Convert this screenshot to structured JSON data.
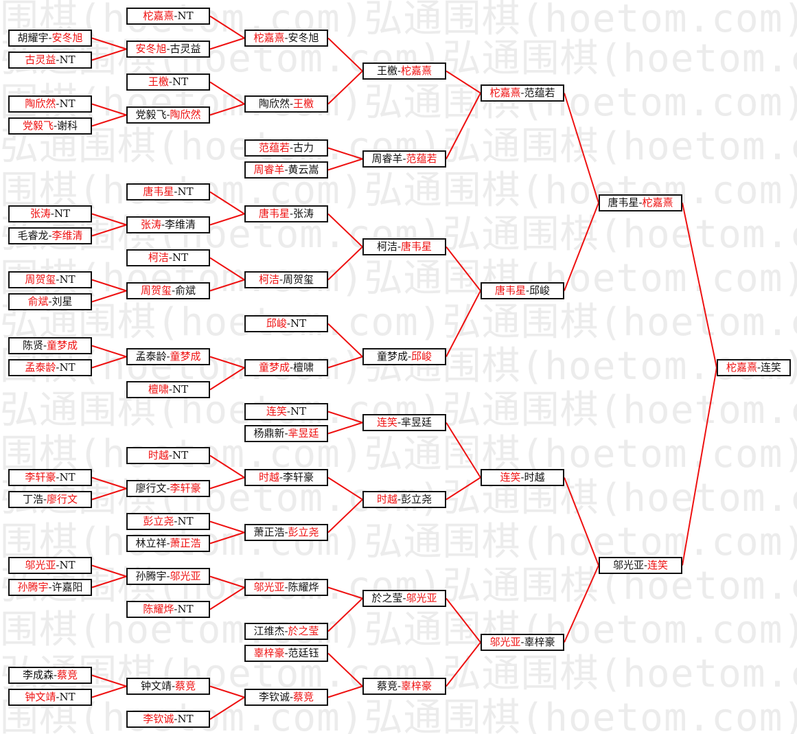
{
  "colors": {
    "winner": "#ee1111",
    "loser": "#111111",
    "line": "#ee1111",
    "border": "#111111",
    "watermark": "#ececec"
  },
  "watermark_text": "弘通围棋(hoetom.com)",
  "round1": [
    {
      "id": "r1_1",
      "p1": "胡耀宇",
      "p2": "安冬旭",
      "winner": 2
    },
    {
      "id": "r1_2",
      "p1": "古灵益",
      "p2": "NT",
      "winner": 1
    },
    {
      "id": "r1_3",
      "p1": "陶欣然",
      "p2": "NT",
      "winner": 1
    },
    {
      "id": "r1_4",
      "p1": "党毅飞",
      "p2": "谢科",
      "winner": 1
    },
    {
      "id": "r1_5",
      "p1": "张涛",
      "p2": "NT",
      "winner": 1
    },
    {
      "id": "r1_6",
      "p1": "毛睿龙",
      "p2": "李维清",
      "winner": 2
    },
    {
      "id": "r1_7",
      "p1": "周贺玺",
      "p2": "NT",
      "winner": 1
    },
    {
      "id": "r1_8",
      "p1": "俞斌",
      "p2": "刘星",
      "winner": 1
    },
    {
      "id": "r1_9",
      "p1": "陈贤",
      "p2": "童梦成",
      "winner": 2
    },
    {
      "id": "r1_10",
      "p1": "孟泰龄",
      "p2": "NT",
      "winner": 1
    },
    {
      "id": "r1_11",
      "p1": "李轩豪",
      "p2": "NT",
      "winner": 1
    },
    {
      "id": "r1_12",
      "p1": "丁浩",
      "p2": "廖行文",
      "winner": 2
    },
    {
      "id": "r1_13",
      "p1": "邬光亚",
      "p2": "NT",
      "winner": 1
    },
    {
      "id": "r1_14",
      "p1": "孙腾宇",
      "p2": "许嘉阳",
      "winner": 1
    },
    {
      "id": "r1_15",
      "p1": "李成森",
      "p2": "蔡竞",
      "winner": 2
    },
    {
      "id": "r1_16",
      "p1": "钟文靖",
      "p2": "NT",
      "winner": 1
    }
  ],
  "round2": [
    {
      "id": "r2_1",
      "p1": "柁嘉熹",
      "p2": "NT",
      "winner": 1
    },
    {
      "id": "r2_2",
      "p1": "安冬旭",
      "p2": "古灵益",
      "winner": 1
    },
    {
      "id": "r2_3",
      "p1": "王檄",
      "p2": "NT",
      "winner": 1
    },
    {
      "id": "r2_4",
      "p1": "党毅飞",
      "p2": "陶欣然",
      "winner": 2
    },
    {
      "id": "r2_5",
      "p1": "唐韦星",
      "p2": "NT",
      "winner": 1
    },
    {
      "id": "r2_6",
      "p1": "张涛",
      "p2": "李维清",
      "winner": 1
    },
    {
      "id": "r2_7",
      "p1": "柯洁",
      "p2": "NT",
      "winner": 1
    },
    {
      "id": "r2_8",
      "p1": "周贺玺",
      "p2": "俞斌",
      "winner": 1
    },
    {
      "id": "r2_9",
      "p1": "孟泰龄",
      "p2": "童梦成",
      "winner": 2
    },
    {
      "id": "r2_10",
      "p1": "檀啸",
      "p2": "NT",
      "winner": 1
    },
    {
      "id": "r2_11",
      "p1": "时越",
      "p2": "NT",
      "winner": 1
    },
    {
      "id": "r2_12",
      "p1": "廖行文",
      "p2": "李轩豪",
      "winner": 2
    },
    {
      "id": "r2_13",
      "p1": "彭立尧",
      "p2": "NT",
      "winner": 1
    },
    {
      "id": "r2_14",
      "p1": "林立祥",
      "p2": "萧正浩",
      "winner": 2
    },
    {
      "id": "r2_15",
      "p1": "孙腾宇",
      "p2": "邬光亚",
      "winner": 2
    },
    {
      "id": "r2_16",
      "p1": "陈耀烨",
      "p2": "NT",
      "winner": 1
    },
    {
      "id": "r2_17",
      "p1": "钟文靖",
      "p2": "蔡竞",
      "winner": 2
    },
    {
      "id": "r2_18",
      "p1": "李钦诚",
      "p2": "NT",
      "winner": 1
    }
  ],
  "round3": [
    {
      "id": "r3_1",
      "p1": "柁嘉熹",
      "p2": "安冬旭",
      "winner": 1
    },
    {
      "id": "r3_2",
      "p1": "陶欣然",
      "p2": "王檄",
      "winner": 2
    },
    {
      "id": "r3_3",
      "p1": "范蕴若",
      "p2": "古力",
      "winner": 1
    },
    {
      "id": "r3_4",
      "p1": "周睿羊",
      "p2": "黄云嵩",
      "winner": 1
    },
    {
      "id": "r3_5",
      "p1": "唐韦星",
      "p2": "张涛",
      "winner": 1
    },
    {
      "id": "r3_6",
      "p1": "柯洁",
      "p2": "周贺玺",
      "winner": 1
    },
    {
      "id": "r3_7",
      "p1": "邱峻",
      "p2": "NT",
      "winner": 1
    },
    {
      "id": "r3_8",
      "p1": "童梦成",
      "p2": "檀啸",
      "winner": 1
    },
    {
      "id": "r3_9",
      "p1": "连笑",
      "p2": "NT",
      "winner": 1
    },
    {
      "id": "r3_10",
      "p1": "杨鼎新",
      "p2": "芈昱廷",
      "winner": 2
    },
    {
      "id": "r3_11",
      "p1": "时越",
      "p2": "李轩豪",
      "winner": 1
    },
    {
      "id": "r3_12",
      "p1": "萧正浩",
      "p2": "彭立尧",
      "winner": 2
    },
    {
      "id": "r3_13",
      "p1": "邬光亚",
      "p2": "陈耀烨",
      "winner": 1
    },
    {
      "id": "r3_14",
      "p1": "江维杰",
      "p2": "於之莹",
      "winner": 2
    },
    {
      "id": "r3_15",
      "p1": "辜梓豪",
      "p2": "范廷钰",
      "winner": 1
    },
    {
      "id": "r3_16",
      "p1": "李钦诚",
      "p2": "蔡竞",
      "winner": 2
    }
  ],
  "round4": [
    {
      "id": "r4_1",
      "p1": "王檄",
      "p2": "柁嘉熹",
      "winner": 2
    },
    {
      "id": "r4_2",
      "p1": "周睿羊",
      "p2": "范蕴若",
      "winner": 2
    },
    {
      "id": "r4_3",
      "p1": "柯洁",
      "p2": "唐韦星",
      "winner": 2
    },
    {
      "id": "r4_4",
      "p1": "童梦成",
      "p2": "邱峻",
      "winner": 2
    },
    {
      "id": "r4_5",
      "p1": "连笑",
      "p2": "芈昱廷",
      "winner": 1
    },
    {
      "id": "r4_6",
      "p1": "时越",
      "p2": "彭立尧",
      "winner": 1
    },
    {
      "id": "r4_7",
      "p1": "於之莹",
      "p2": "邬光亚",
      "winner": 2
    },
    {
      "id": "r4_8",
      "p1": "蔡竞",
      "p2": "辜梓豪",
      "winner": 2
    }
  ],
  "round5": [
    {
      "id": "r5_1",
      "p1": "柁嘉熹",
      "p2": "范蕴若",
      "winner": 1
    },
    {
      "id": "r5_2",
      "p1": "唐韦星",
      "p2": "邱峻",
      "winner": 1
    },
    {
      "id": "r5_3",
      "p1": "连笑",
      "p2": "时越",
      "winner": 1
    },
    {
      "id": "r5_4",
      "p1": "邬光亚",
      "p2": "辜梓豪",
      "winner": 1
    }
  ],
  "round6": [
    {
      "id": "r6_1",
      "p1": "唐韦星",
      "p2": "柁嘉熹",
      "winner": 2
    },
    {
      "id": "r6_2",
      "p1": "邬光亚",
      "p2": "连笑",
      "winner": 2
    }
  ],
  "round7": [
    {
      "id": "r7_1",
      "p1": "柁嘉熹",
      "p2": "连笑",
      "winner": 1
    }
  ]
}
